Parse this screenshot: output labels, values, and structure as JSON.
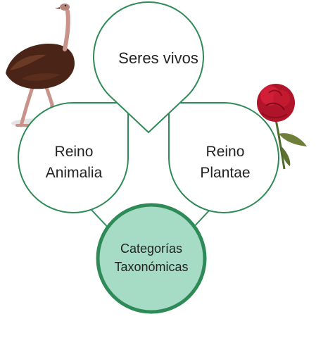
{
  "nodes": {
    "top": {
      "label": "Seres vivos"
    },
    "left": {
      "label": "Reino\nAnimalia",
      "illustration": "ostrich"
    },
    "right": {
      "label": "Reino\nPlantae",
      "illustration": "red-rose"
    },
    "bottom": {
      "label": "Categorías\nTaxonómicas"
    }
  },
  "colors": {
    "outline": "#2e8b57",
    "fill": "#ffffff",
    "center_fill": "#a6dcc6",
    "text": "#222222"
  }
}
